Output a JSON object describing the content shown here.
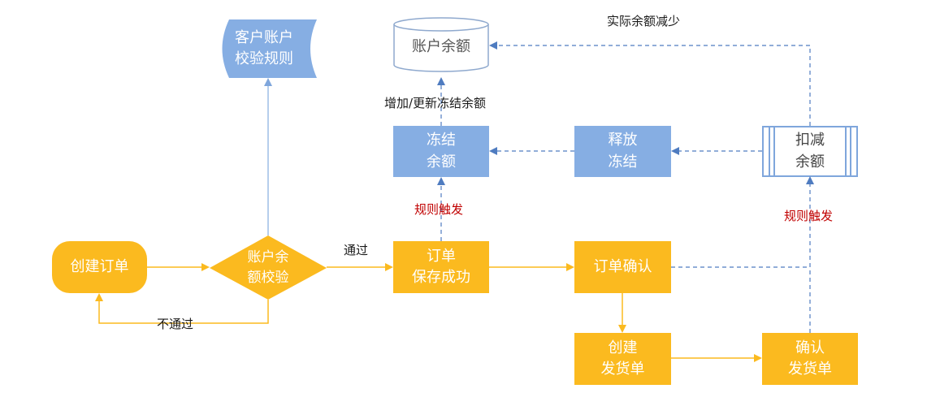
{
  "nodes": {
    "create_order": "创建订单",
    "balance_check": "账户余\n额校验",
    "order_saved": "订单\n保存成功",
    "order_confirm": "订单确认",
    "create_shipping": "创建\n发货单",
    "confirm_shipping": "确认\n发货单",
    "freeze_balance": "冻结\n余额",
    "release_freeze": "释放\n冻结",
    "deduct_balance": "扣减\n余额",
    "account_rules": "客户账户\n校验规则",
    "account_balance": "账户余额"
  },
  "edge_labels": {
    "pass": "通过",
    "fail": "不通过",
    "update_freeze": "增加/更新冻结余额",
    "rule_trigger_1": "规则触发",
    "rule_trigger_2": "规则触发",
    "actual_decrease": "实际余额减少"
  },
  "colors": {
    "orange": "#FBBA1F",
    "blue": "#86AEE3",
    "blue_line": "#4F7CC0",
    "label_red": "#C00000"
  }
}
